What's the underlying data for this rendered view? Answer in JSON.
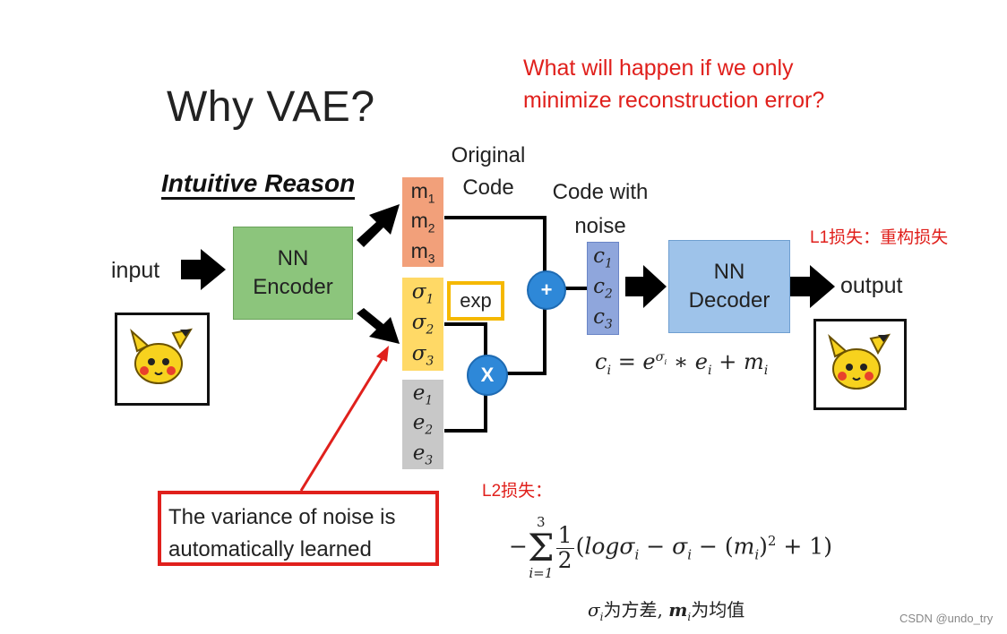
{
  "title": "Why VAE?",
  "question": [
    "What will happen if we only",
    "minimize reconstruction error?"
  ],
  "subtitle": "Intuitive Reason",
  "labels": {
    "original_code": [
      "Original",
      "Code"
    ],
    "code_with_noise": [
      "Code with",
      "noise"
    ],
    "input": "input",
    "output": "output",
    "exp": "exp",
    "plus": "+",
    "times": "X"
  },
  "encoder": [
    "NN",
    "Encoder"
  ],
  "decoder": [
    "NN",
    "Decoder"
  ],
  "m_vector": [
    "m1",
    "m2",
    "m3"
  ],
  "sigma_vector": [
    "σ1",
    "σ2",
    "σ3"
  ],
  "e_vector": [
    "e1",
    "e2",
    "e3"
  ],
  "c_vector": [
    "c1",
    "c2",
    "c3"
  ],
  "note": [
    "The variance of noise is",
    "automatically learned"
  ],
  "l1_loss": "L1损失：重构损失",
  "l2_loss": "L2损失：",
  "equation_code": "c_i = e^{σ_i} * e_i + m_i",
  "equation_l2": "−Σ_{i=1}^{3} 1/2 (logσ_i − σ_i − (m_i)^2 + 1)",
  "equation_note": "σ_i为方差, m_i为均值",
  "eq_parts": {
    "fraction_num": "1",
    "fraction_den": "2",
    "sum_top": "3",
    "sum_bottom": "i=1",
    "cn_variance": "为方差,",
    "cn_mean": "为均值"
  },
  "watermark": "CSDN @undo_try",
  "colors": {
    "encoder": "#8cc57c",
    "decoder": "#9ec3ea",
    "m_box": "#f2a07a",
    "sigma_box": "#ffd966",
    "e_box": "#c8c8c8",
    "c_box": "#8fa6dc",
    "operator": "#2e88d8",
    "red": "#e0201c"
  }
}
